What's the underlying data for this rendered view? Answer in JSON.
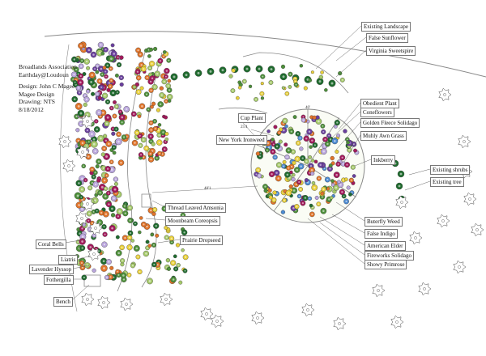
{
  "title_block": {
    "line1": "Broadlands Association",
    "line2": "Earthday@Loudoun",
    "design": "Design: John C Magee",
    "firm": "Magee Design",
    "drawing": "Drawing: NTS",
    "date": "8/18/2012"
  },
  "labels": {
    "existing_landscape": "Existing Landscape",
    "false_sunflower": "False Sunflower",
    "virginia_sweetspire": "Virginia Sweetspire",
    "obedient_plant": "Obedient Plant",
    "coneflowers": "Coneflowers",
    "golden_fleece": "Golden Fleece Solidago",
    "muhly_awn_grass": "Muhly Awn Grass",
    "inkberry": "Inkberry",
    "existing_shrubs": "Existing shrubs",
    "existing_tree": "Existing tree",
    "cup_plant": "Cup Plant",
    "new_york_ironweed": "New York Ironweed",
    "thread_leaved_amsonia": "Thread Leaved Amsonia",
    "moonbeam_coreopsis": "Moonbeam Coreopsis",
    "prairie_dropseed": "Prairie Dropseed",
    "butterfly_weed": "Buterfly Weed",
    "false_indigo": "False Indigo",
    "american_elder": "American Elder",
    "fireworks_solidago": "Fireworks Solidago",
    "showy_primrose": "Showy Primrose",
    "coral_bells": "Coral Bells",
    "liatris": "Liatris",
    "lavender_hyssop": "Lavender Hyssop",
    "fothergilla": "Fothergilla",
    "bench": "Bench"
  },
  "dimensions": {
    "diameter": "40'",
    "path_width": "25'4",
    "span": "48'1"
  },
  "colors": {
    "leader": "#555555",
    "outline": "#888888",
    "dark_green": "#1f6b2e",
    "mid_green": "#4d8f3a",
    "light_green": "#a5c96a",
    "purple": "#6a3f9e",
    "lavender": "#b9a5dc",
    "magenta": "#a2195b",
    "orange": "#e0742a",
    "yellow": "#e8cf3a",
    "blue": "#4c8ad1"
  }
}
